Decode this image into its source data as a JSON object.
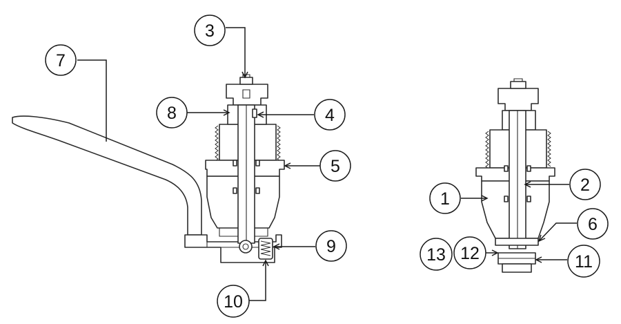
{
  "callouts": [
    {
      "id": "c1",
      "label": "1"
    },
    {
      "id": "c2",
      "label": "2"
    },
    {
      "id": "c3",
      "label": "3"
    },
    {
      "id": "c4",
      "label": "4"
    },
    {
      "id": "c5",
      "label": "5"
    },
    {
      "id": "c6",
      "label": "6"
    },
    {
      "id": "c7",
      "label": "7"
    },
    {
      "id": "c8",
      "label": "8"
    },
    {
      "id": "c9",
      "label": "9"
    },
    {
      "id": "c10",
      "label": "10"
    },
    {
      "id": "c11",
      "label": "11"
    },
    {
      "id": "c12",
      "label": "12"
    },
    {
      "id": "c13",
      "label": "13"
    }
  ],
  "colors": {
    "line": "#2b2b2b",
    "background": "#ffffff"
  }
}
